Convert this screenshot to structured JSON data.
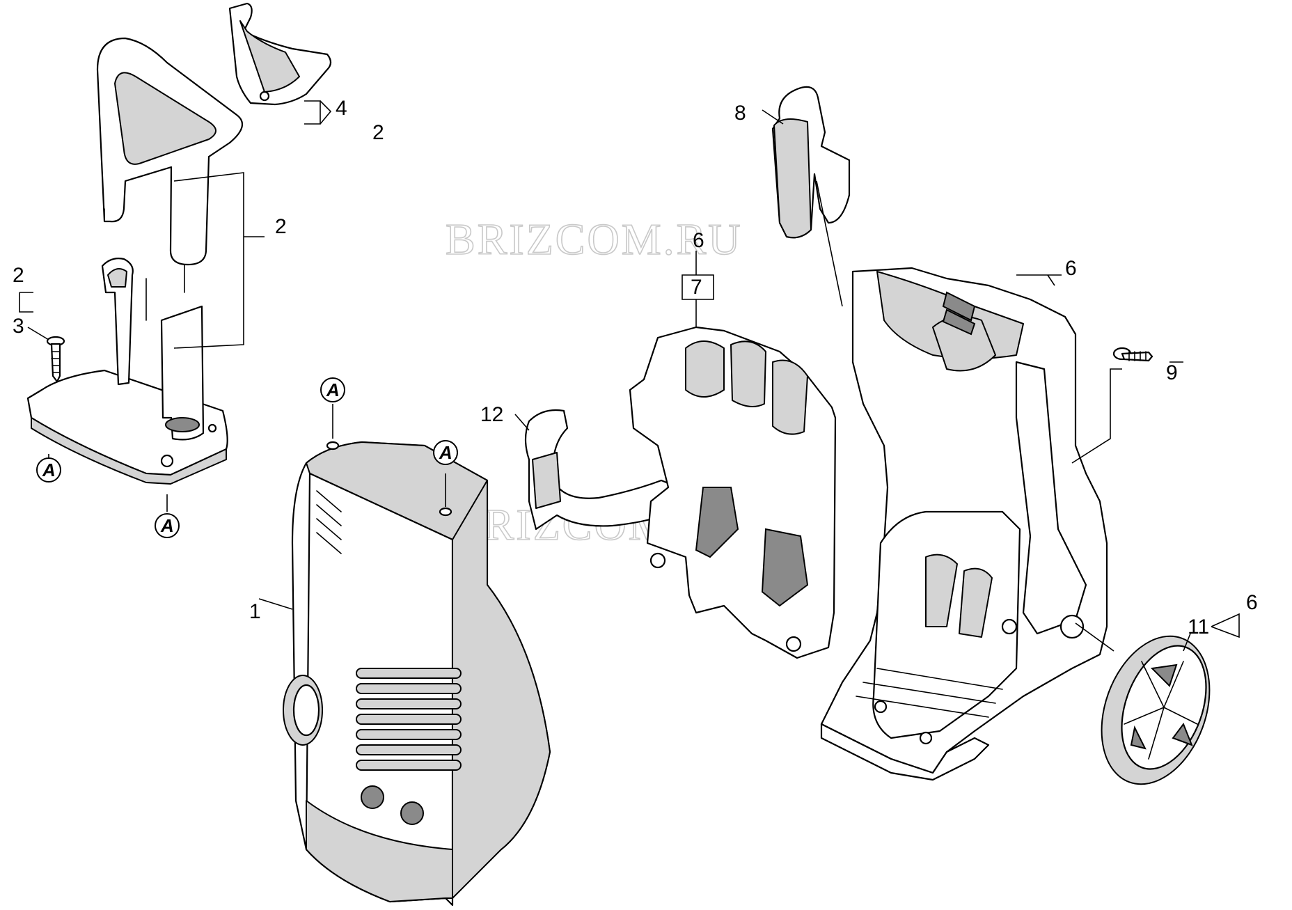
{
  "watermark": "BRIZCOM.RU",
  "marker_letter": "A",
  "labels": {
    "l1": "1",
    "l2_handle": "2",
    "l2_cap": "2",
    "l2_base": "2",
    "l3": "3",
    "l4": "4",
    "l6_top": "6",
    "l6_frame": "6",
    "l6_wheel": "6",
    "l7": "7",
    "l8": "8",
    "l9": "9",
    "l11": "11",
    "l12": "12"
  }
}
